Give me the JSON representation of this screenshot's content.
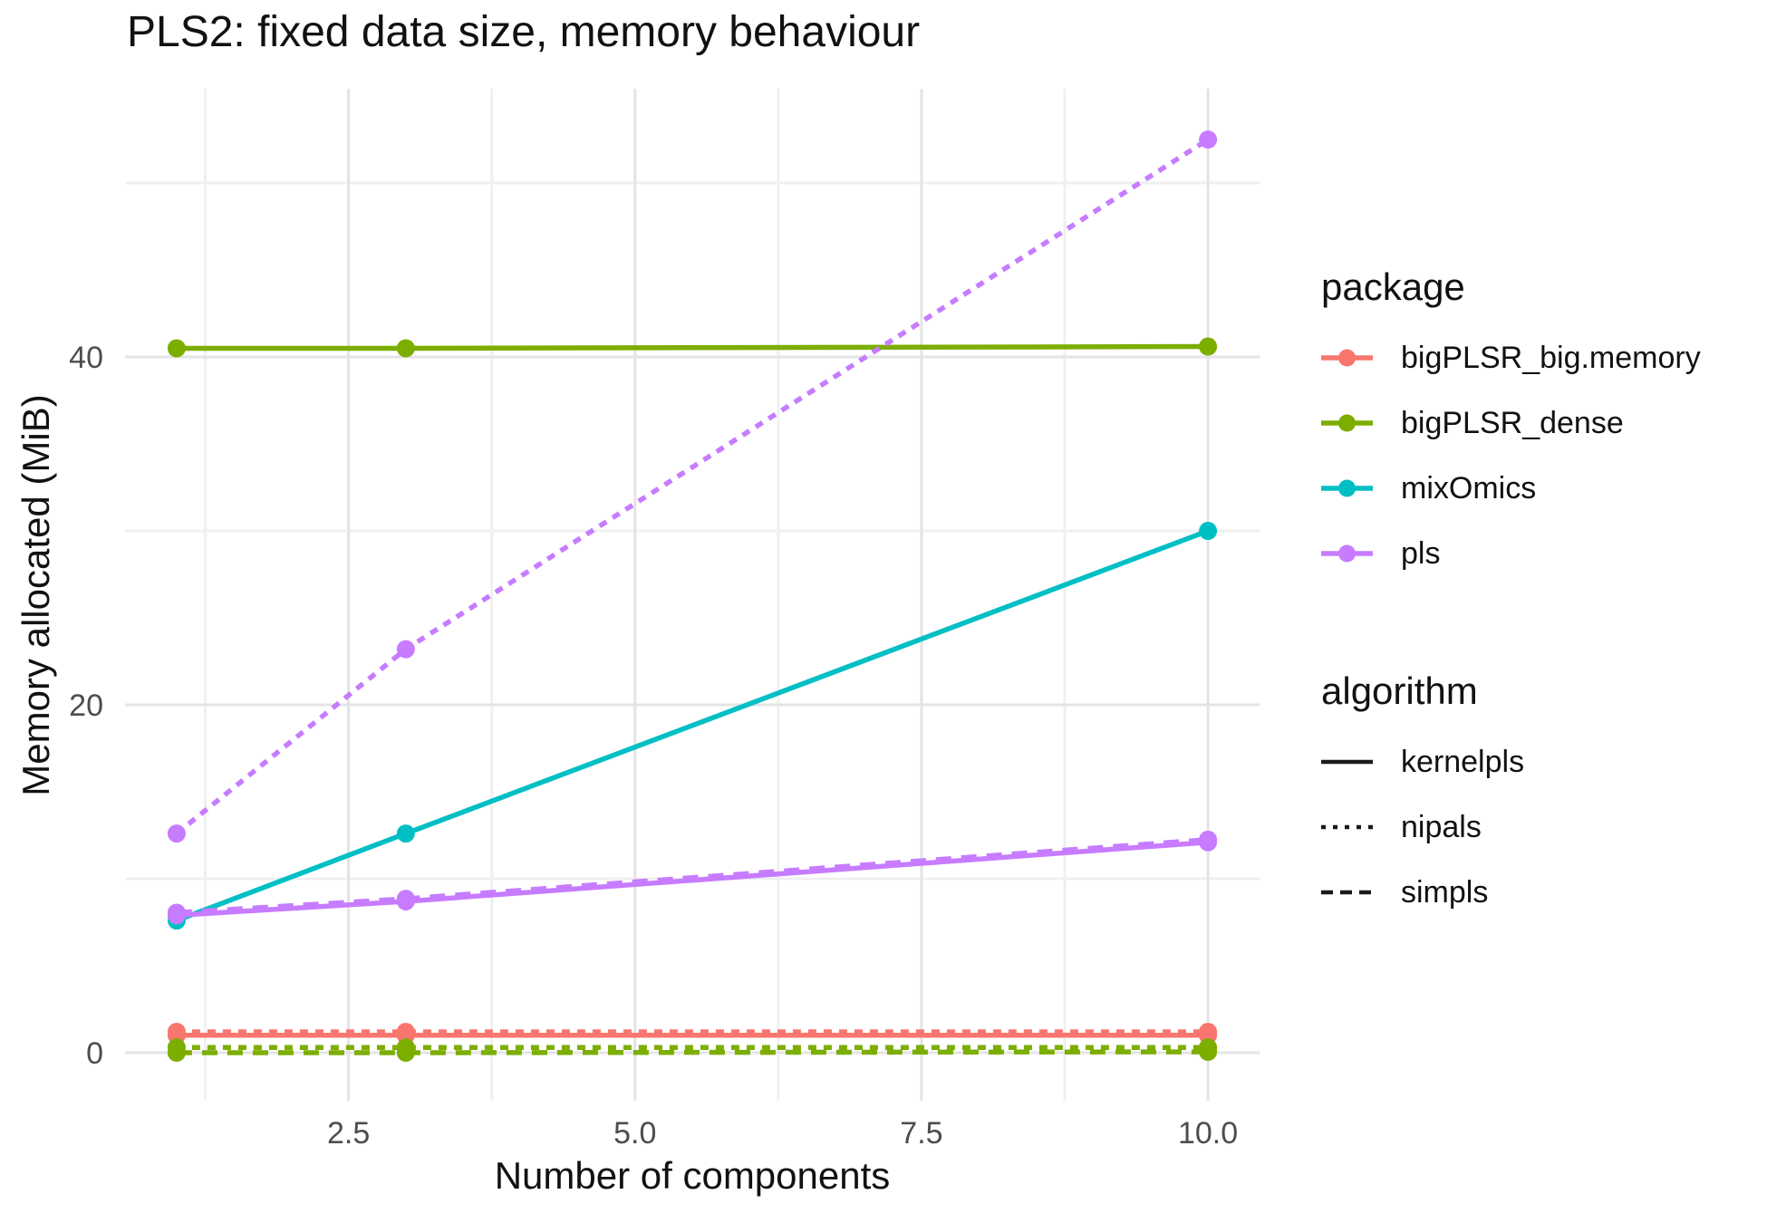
{
  "chart_data": {
    "type": "line",
    "title": "PLS2: fixed data size, memory behaviour",
    "xlabel": "Number of components",
    "ylabel": "Memory allocated (MiB)",
    "x": [
      1,
      3,
      10
    ],
    "xlim": [
      0.55,
      10.45
    ],
    "ylim": [
      -2.76,
      55.42
    ],
    "x_major_ticks": [
      2.5,
      5.0,
      7.5,
      10.0
    ],
    "x_tick_labels": [
      "2.5",
      "5.0",
      "7.5",
      "10.0"
    ],
    "x_minor_ticks": [
      1.25,
      3.75,
      6.25,
      8.75
    ],
    "y_major_ticks": [
      0,
      20,
      40
    ],
    "y_tick_labels": [
      "0",
      "20",
      "40"
    ],
    "y_minor_ticks": [
      10,
      30,
      50
    ],
    "grid": true,
    "legend_position": "right",
    "series": [
      {
        "package": "bigPLSR_big.memory",
        "algorithm": "kernelpls",
        "color": "#F8766D",
        "linetype": "solid",
        "values": [
          1.0,
          1.0,
          1.0
        ]
      },
      {
        "package": "bigPLSR_big.memory",
        "algorithm": "nipals",
        "color": "#F8766D",
        "linetype": "dotted",
        "values": [
          1.2,
          1.2,
          1.2
        ]
      },
      {
        "package": "bigPLSR_dense",
        "algorithm": "kernelpls",
        "color": "#7CAE00",
        "linetype": "solid",
        "values": [
          40.5,
          40.5,
          40.6
        ]
      },
      {
        "package": "bigPLSR_dense",
        "algorithm": "nipals",
        "color": "#7CAE00",
        "linetype": "dotted",
        "values": [
          0.3,
          0.3,
          0.3
        ]
      },
      {
        "package": "bigPLSR_dense",
        "algorithm": "simpls",
        "color": "#7CAE00",
        "linetype": "dashed",
        "values": [
          0.0,
          0.0,
          0.05
        ]
      },
      {
        "package": "mixOmics",
        "algorithm": "kernelpls",
        "color": "#00BFC4",
        "linetype": "solid",
        "values": [
          7.6,
          12.6,
          30.0
        ]
      },
      {
        "package": "pls",
        "algorithm": "kernelpls",
        "color": "#C77CFF",
        "linetype": "solid",
        "values": [
          7.9,
          8.7,
          12.1
        ]
      },
      {
        "package": "pls",
        "algorithm": "nipals",
        "color": "#C77CFF",
        "linetype": "dotted",
        "values": [
          12.6,
          23.2,
          52.5
        ]
      },
      {
        "package": "pls",
        "algorithm": "simpls",
        "color": "#C77CFF",
        "linetype": "dashed",
        "values": [
          8.05,
          8.85,
          12.25
        ]
      }
    ],
    "colors": {
      "major_grid": "#E4E4E4",
      "minor_grid": "#F0F0F0",
      "axis_text": "#4D4D4D",
      "title_text": "#111111"
    }
  },
  "legend": {
    "package": {
      "title": "package",
      "items": [
        {
          "label": "bigPLSR_big.memory",
          "color": "#F8766D"
        },
        {
          "label": "bigPLSR_dense",
          "color": "#7CAE00"
        },
        {
          "label": "mixOmics",
          "color": "#00BFC4"
        },
        {
          "label": "pls",
          "color": "#C77CFF"
        }
      ]
    },
    "algorithm": {
      "title": "algorithm",
      "items": [
        {
          "label": "kernelpls",
          "linetype": "solid"
        },
        {
          "label": "nipals",
          "linetype": "dotted"
        },
        {
          "label": "simpls",
          "linetype": "dashed"
        }
      ]
    }
  }
}
